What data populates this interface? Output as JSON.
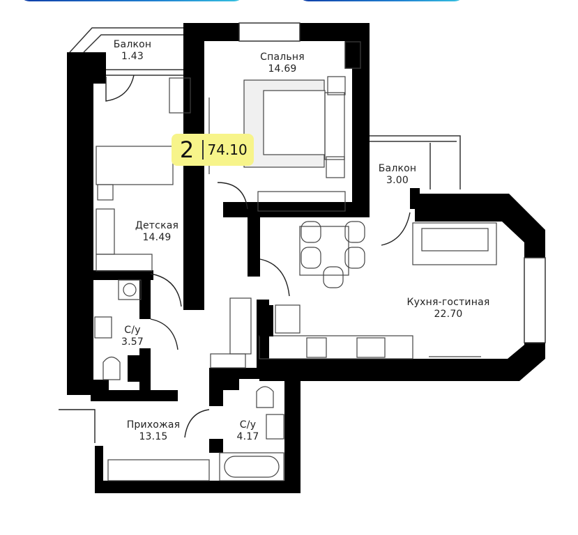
{
  "header": {
    "buttons": [
      {
        "name": "left-tab-button",
        "label": ""
      },
      {
        "name": "right-tab-button",
        "label": ""
      }
    ],
    "accent_gradient": [
      "#0f3ea8",
      "#35c2e0"
    ]
  },
  "plan": {
    "badge": {
      "rooms": "2",
      "total_area": "74.10",
      "background": "#f7f48a"
    },
    "rooms": [
      {
        "id": "balcony-1",
        "name": "Балкон",
        "area": "1.43"
      },
      {
        "id": "bedroom",
        "name": "Спальня",
        "area": "14.69"
      },
      {
        "id": "balcony-2",
        "name": "Балкон",
        "area": "3.00"
      },
      {
        "id": "kids-room",
        "name": "Детская",
        "area": "14.49"
      },
      {
        "id": "kitchen-living",
        "name": "Кухня-гостиная",
        "area": "22.70"
      },
      {
        "id": "bathroom-1",
        "name": "С/у",
        "area": "3.57"
      },
      {
        "id": "hallway",
        "name": "Прихожая",
        "area": "13.15"
      },
      {
        "id": "bathroom-2",
        "name": "С/у",
        "area": "4.17"
      }
    ],
    "wall_color": "#000000",
    "furniture_color": "#444444"
  }
}
